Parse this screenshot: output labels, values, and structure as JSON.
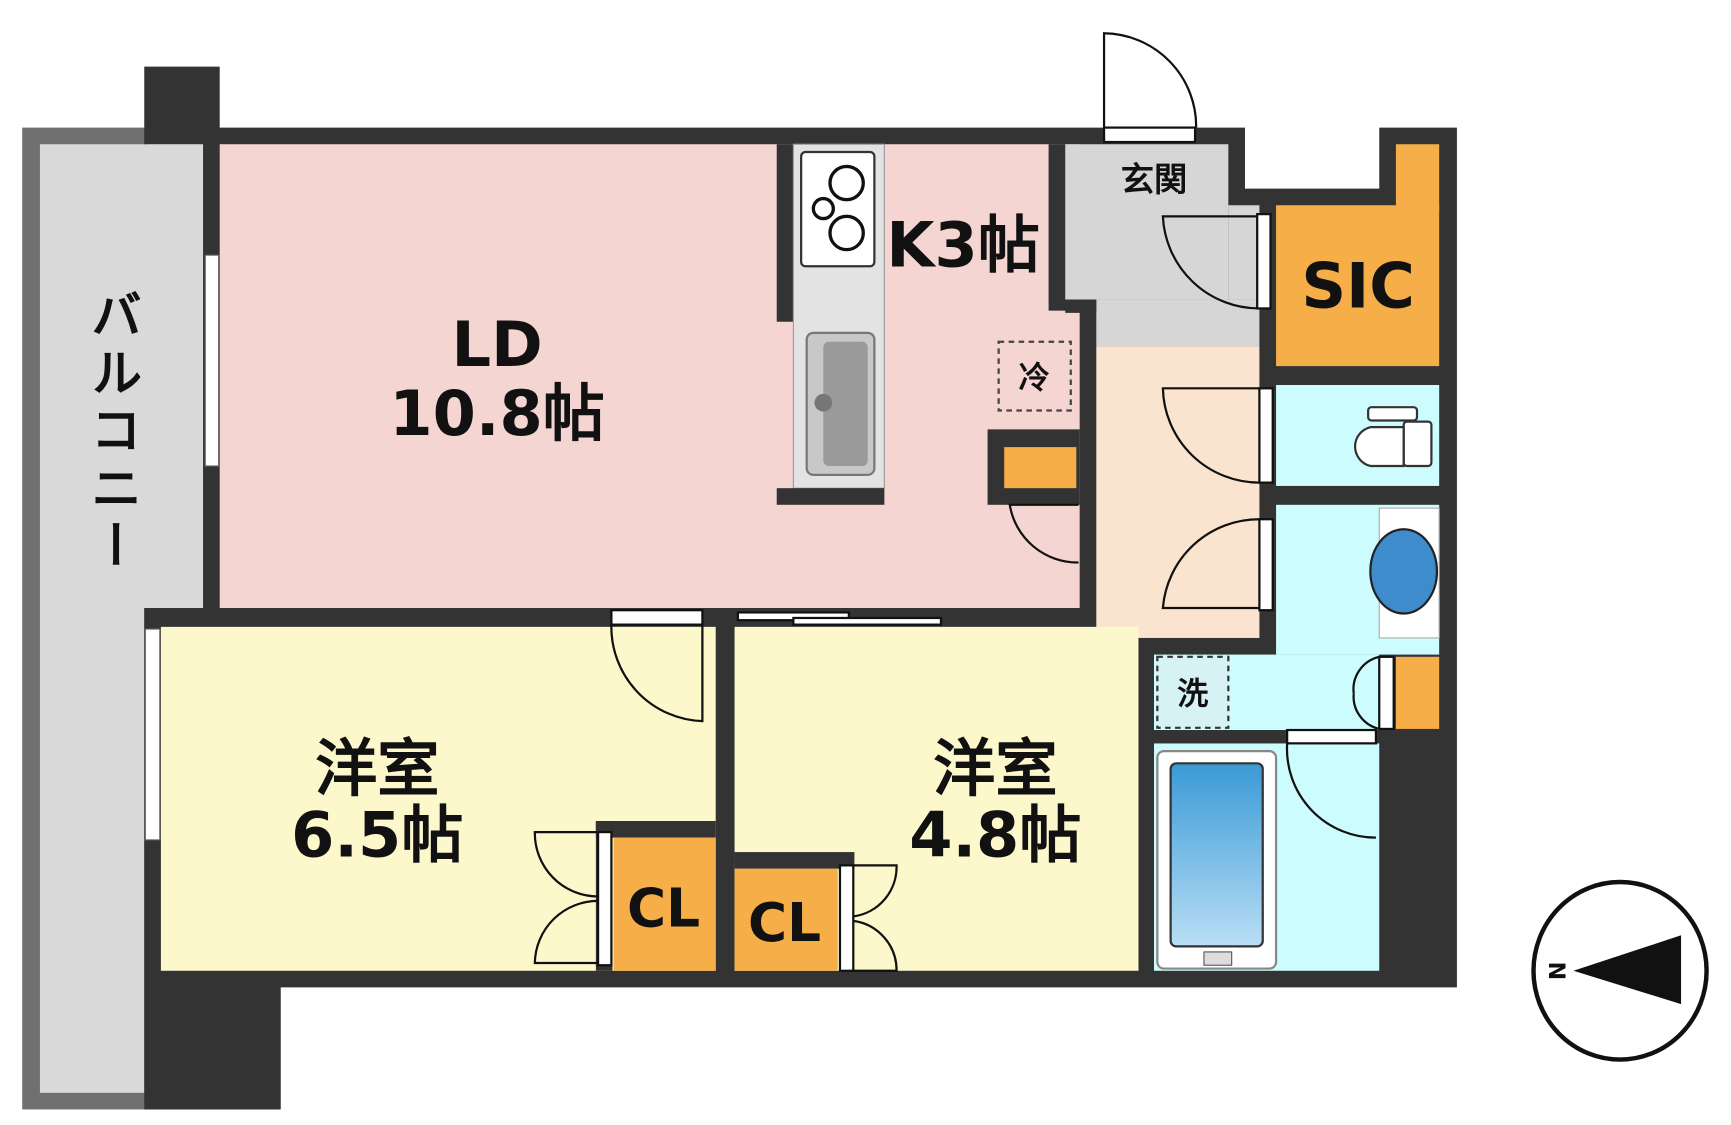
{
  "floorplan": {
    "rooms": {
      "ld": {
        "name": "LD",
        "size": "10.8帖"
      },
      "kitchen": {
        "label": "K3帖"
      },
      "entrance": {
        "label": "玄関"
      },
      "sic": {
        "label": "SIC"
      },
      "fridge": {
        "label": "冷"
      },
      "washer": {
        "label": "洗"
      },
      "western1": {
        "name": "洋室",
        "size": "6.5帖"
      },
      "western2": {
        "name": "洋室",
        "size": "4.8帖"
      },
      "closet1": {
        "label": "CL"
      },
      "closet2": {
        "label": "CL"
      },
      "balcony": {
        "label": "バルコニー"
      }
    },
    "compass": {
      "label": "N"
    },
    "colors": {
      "wall": "#333333",
      "ld": "#f5d5d2",
      "hall": "#fbe4cf",
      "entrance": "#d6d6d6",
      "storage": "#f5ae48",
      "wet": "#ccfcfd",
      "western": "#fdf8cc",
      "balcony": "#d9d9d9"
    }
  }
}
